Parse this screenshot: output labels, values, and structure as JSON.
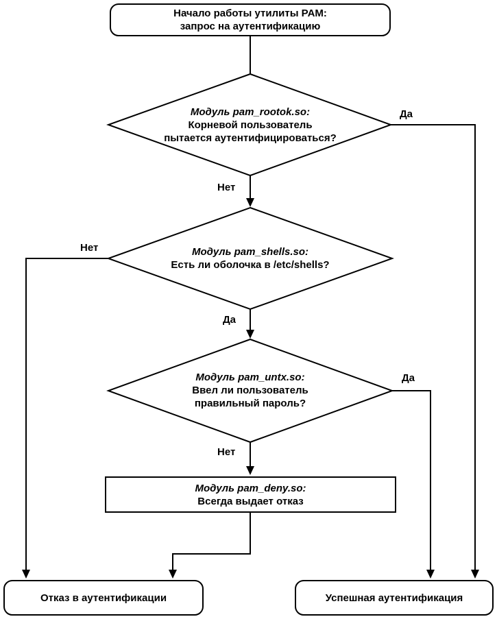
{
  "title": "PAM authentication flowchart",
  "colors": {
    "line": "#000000",
    "background": "#ffffff",
    "text": "#000000"
  },
  "nodes": {
    "start": {
      "line1": "Начало работы утилиты PAM:",
      "line2": "запрос на аутентификацию"
    },
    "rootok": {
      "line1": "Модуль pam_rootok.so:",
      "line2": "Корневой пользователь",
      "line3": "пытается аутентифицироваться?"
    },
    "shells": {
      "line1": "Модуль pam_shells.so:",
      "line2": "Есть ли оболочка в /etc/shells?"
    },
    "unix": {
      "line1": "Модуль pam_untx.so:",
      "line2": "Ввел ли пользователь",
      "line3": "правильный пароль?"
    },
    "deny": {
      "line1": "Модуль pam_deny.so:",
      "line2": "Всегда выдает отказ"
    },
    "fail": {
      "label": "Отказ в аутентификации"
    },
    "success": {
      "label": "Успешная аутентификация"
    }
  },
  "edge_labels": {
    "yes": "Да",
    "no": "Нет"
  }
}
